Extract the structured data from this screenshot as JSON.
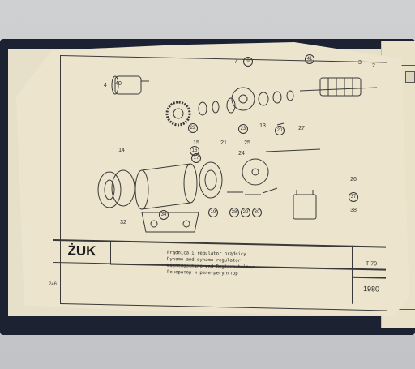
{
  "brand": "ŻUK",
  "title_lines": [
    "Prądnica i regulator prądnicy",
    "Dynamo and dynamo regulator",
    "Lichtmaschine und Reglerschalter",
    "Генератор и реле-регулятор"
  ],
  "drawing_code": "T-70",
  "year": "1980",
  "page_number": "246",
  "callouts": [
    {
      "label": "4"
    },
    {
      "label": "40"
    },
    {
      "label": "7"
    },
    {
      "label": "9"
    },
    {
      "label": "41"
    },
    {
      "label": "3"
    },
    {
      "label": "2"
    },
    {
      "label": "13"
    },
    {
      "label": "22"
    },
    {
      "label": "23"
    },
    {
      "label": "20"
    },
    {
      "label": "27"
    },
    {
      "label": "14"
    },
    {
      "label": "15"
    },
    {
      "label": "16"
    },
    {
      "label": "17"
    },
    {
      "label": "21"
    },
    {
      "label": "25"
    },
    {
      "label": "24"
    },
    {
      "label": "26"
    },
    {
      "label": "37"
    },
    {
      "label": "38"
    },
    {
      "label": "32"
    },
    {
      "label": "34"
    },
    {
      "label": "28"
    },
    {
      "label": "29"
    },
    {
      "label": "30"
    },
    {
      "label": "19"
    }
  ]
}
